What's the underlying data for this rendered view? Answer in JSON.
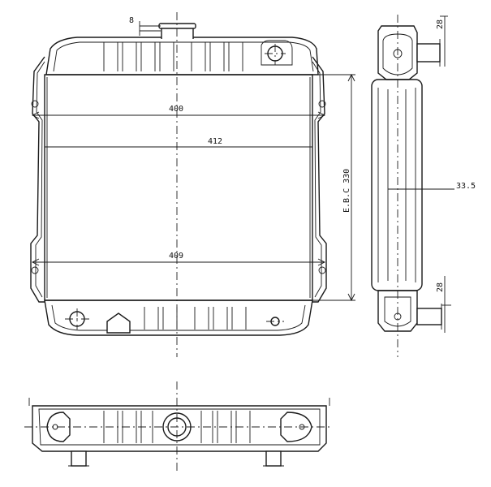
{
  "drawing": {
    "dim_top_width": "400",
    "dim_core_width": "412",
    "dim_bottom_width": "409",
    "dim_core_height": "E.B.C 330",
    "dim_cap_offset": "8",
    "dim_side_top": "28",
    "dim_side_bottom": "28",
    "dim_core_depth": "33.5"
  }
}
